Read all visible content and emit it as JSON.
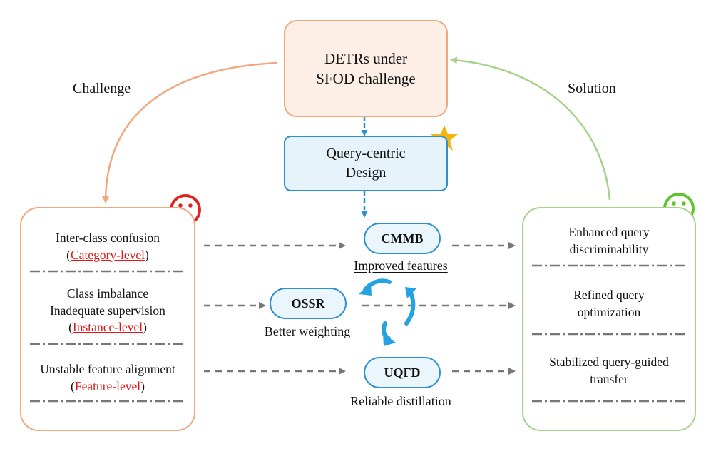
{
  "top_box": {
    "line1": "DETRs under",
    "line2": "SFOD challenge"
  },
  "design_box": {
    "line1": "Query-centric",
    "line2": "Design"
  },
  "labels": {
    "challenge": "Challenge",
    "solution": "Solution"
  },
  "left_panel": {
    "items": [
      {
        "line1": "Inter-class confusion",
        "open": "(",
        "level": "Category-level",
        "close": ")"
      },
      {
        "line1": "Class imbalance",
        "line2": "Inadequate supervision",
        "open": "(",
        "level": "Instance-level",
        "close": ")"
      },
      {
        "line1": "Unstable feature alignment",
        "open": "(",
        "level": "Feature-level",
        "close": ")"
      }
    ]
  },
  "right_panel": {
    "items": [
      {
        "line1": "Enhanced query",
        "line2": "discriminability"
      },
      {
        "line1": "Refined query",
        "line2": "optimization"
      },
      {
        "line1": "Stabilized query-guided",
        "line2": "transfer"
      }
    ]
  },
  "modules": [
    {
      "name": "CMMB",
      "caption": "Improved features"
    },
    {
      "name": "OSSR",
      "caption": "Better weighting"
    },
    {
      "name": "UQFD",
      "caption": "Reliable distillation"
    }
  ],
  "colors": {
    "orange": "#f2a77f",
    "green": "#a7d28a",
    "blue": "#2b8fd0",
    "red": "#e01515",
    "gray": "#777777",
    "star": "#f6b40e"
  },
  "icons": {
    "sad": "sad-face-icon",
    "happy": "happy-face-icon",
    "star": "star-icon"
  }
}
